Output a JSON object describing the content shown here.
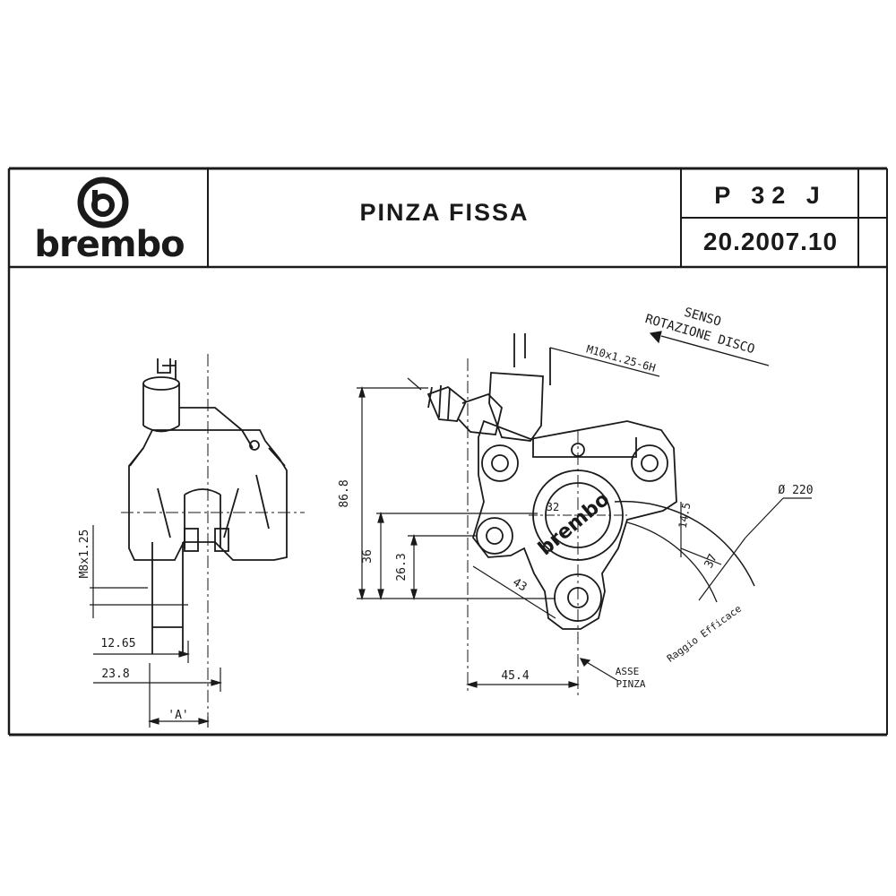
{
  "title_block": {
    "brand": "brembo",
    "title": "PINZA FISSA",
    "code": "P 32 J",
    "document_number": "20.2007.10"
  },
  "annotations": {
    "rotation_line1": "SENSO",
    "rotation_line2": "ROTAZIONE DISCO",
    "thread_banjo": "M10x1.25-6H",
    "thread_bleed": "M8x1.25",
    "disc_diameter": "Ø 220",
    "effective_radius": "Raggio Efficace",
    "caliper_axis_line1": "ASSE",
    "caliper_axis_line2": "PINZA",
    "piston_label": "32",
    "body_logo": "brembo"
  },
  "dimensions": {
    "d_86_8": "86.8",
    "d_36": "36",
    "d_26_3": "26.3",
    "d_45_4": "45.4",
    "d_43": "43",
    "d_37": "37",
    "d_14_5": "14.5",
    "d_12_65": "12.65",
    "d_23_8": "23.8",
    "d_A": "'A'"
  },
  "colors": {
    "ink": "#1a1a1a",
    "paper": "#ffffff"
  }
}
